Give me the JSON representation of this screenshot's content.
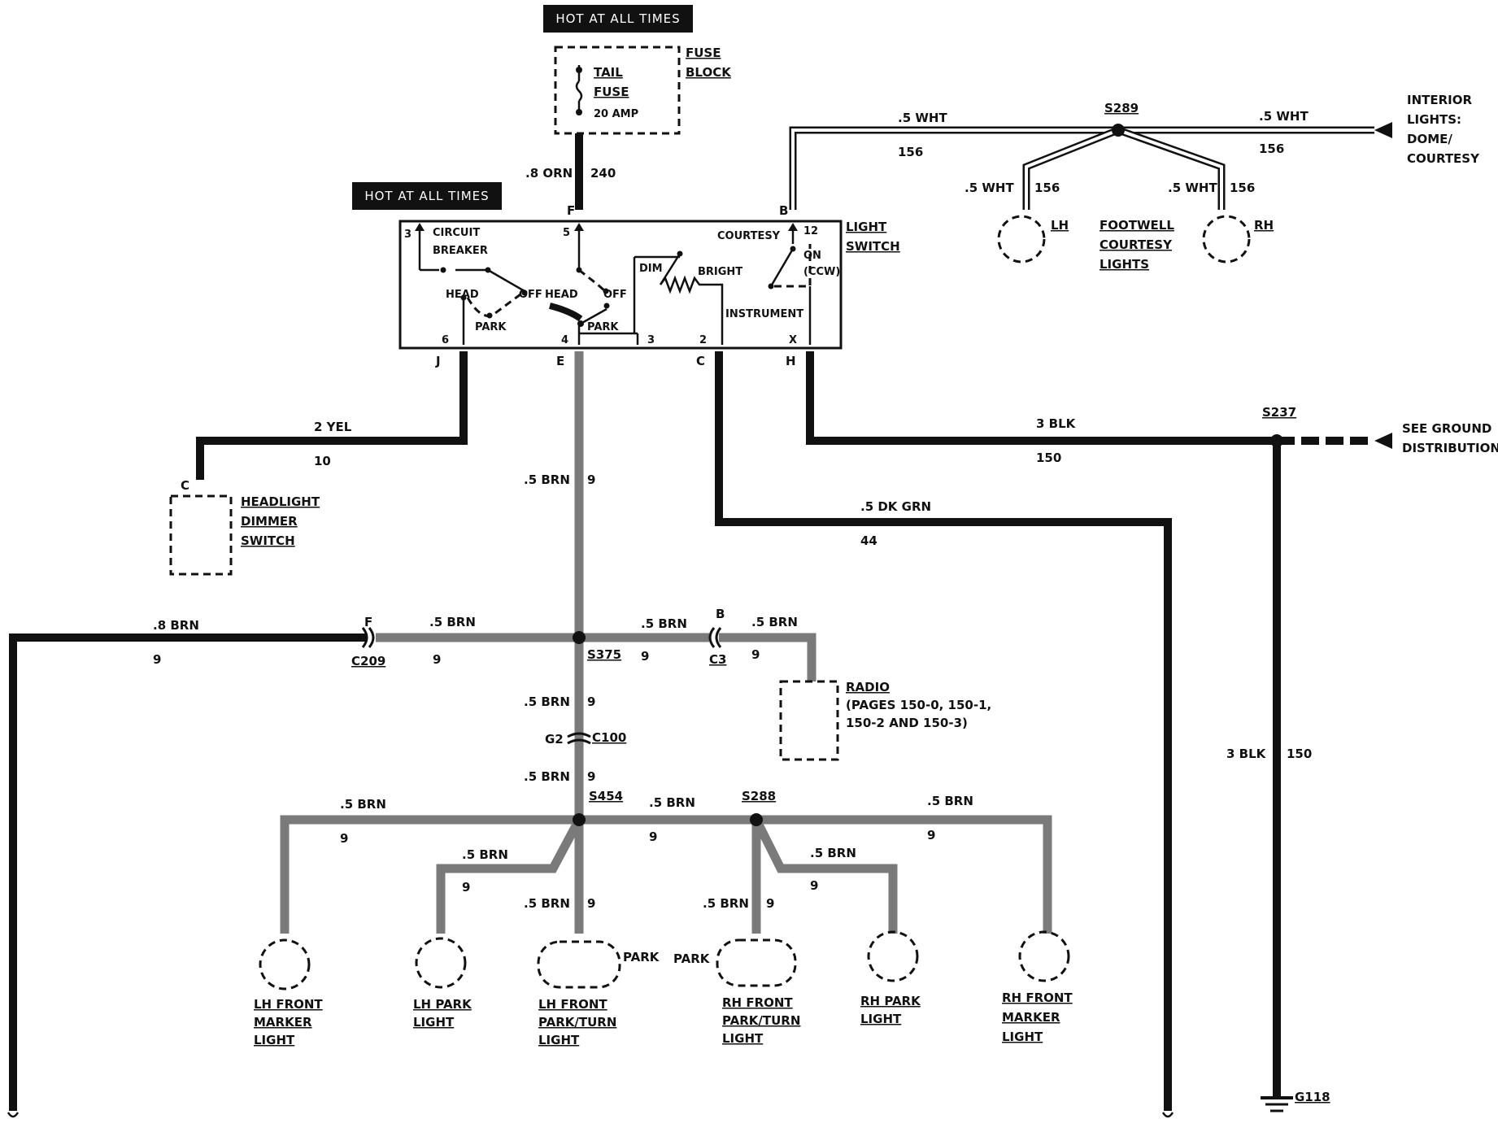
{
  "hot_labels": [
    "HOT AT ALL TIMES",
    "HOT AT ALL TIMES"
  ],
  "fuse_block": {
    "label": [
      "FUSE",
      "BLOCK"
    ],
    "fuse_name": [
      "TAIL",
      "FUSE"
    ],
    "rating": "20 AMP"
  },
  "light_switch": {
    "label": [
      "LIGHT",
      "SWITCH"
    ],
    "circuit_breaker": [
      "CIRCUIT",
      "BREAKER"
    ],
    "head_left": "HEAD",
    "off_left": "OFF",
    "park_left": "PARK",
    "head_mid": "HEAD",
    "off_mid": "OFF",
    "park_mid": "PARK",
    "dim": "DIM",
    "bright": "BRIGHT",
    "instrument": "INSTRUMENT",
    "courtesy": "COURTESY",
    "on": "ON",
    "ccw": "(CCW)",
    "pins_top": [
      "3",
      "5",
      "12"
    ],
    "pins_bottom": [
      "6",
      "4",
      "3",
      "2",
      "X"
    ],
    "conn_top": [
      "F",
      "B"
    ],
    "conn_bottom": [
      "J",
      "E",
      "C",
      "H"
    ]
  },
  "wires": {
    "fuse_out": {
      "gauge": ".8 ORN",
      "circuit": "240"
    },
    "courtesy_left": {
      "gauge": ".5 WHT",
      "circuit": "156"
    },
    "courtesy_right": {
      "gauge": ".5 WHT",
      "circuit": "156"
    },
    "footwell_lh": {
      "gauge": ".5 WHT",
      "circuit": "156"
    },
    "footwell_rh": {
      "gauge": ".5 WHT",
      "circuit": "156"
    },
    "dimmer": {
      "gauge": "2 YEL",
      "circuit": "10"
    },
    "brn_main": {
      "gauge": ".5 BRN",
      "circuit": "9"
    },
    "ground": {
      "gauge": "3 BLK",
      "circuit": "150"
    },
    "ground_vertical": {
      "gauge": "3 BLK",
      "circuit": "150"
    },
    "instrument": {
      "gauge": ".5 DK GRN",
      "circuit": "44"
    },
    "left_branch": {
      "gauge": ".8 BRN",
      "circuit": "9"
    },
    "c209_to_s375": {
      "gauge": ".5 BRN",
      "circuit": "9"
    },
    "s375_to_c3": {
      "gauge": ".5 BRN",
      "circuit": "9"
    },
    "c3_to_radio": {
      "gauge": ".5 BRN",
      "circuit": "9"
    },
    "s375_to_c100": {
      "gauge": ".5 BRN",
      "circuit": "9"
    },
    "c100_to_s454": {
      "gauge": ".5 BRN",
      "circuit": "9"
    },
    "lh_marker": {
      "gauge": ".5 BRN",
      "circuit": "9"
    },
    "lh_park": {
      "gauge": ".5 BRN",
      "circuit": "9"
    },
    "lh_front_park": {
      "gauge": ".5 BRN",
      "circuit": "9"
    },
    "s454_to_s288": {
      "gauge": ".5 BRN",
      "circuit": "9"
    },
    "rh_front_park": {
      "gauge": ".5 BRN",
      "circuit": "9"
    },
    "rh_park": {
      "gauge": ".5 BRN",
      "circuit": "9"
    },
    "rh_marker": {
      "gauge": ".5 BRN",
      "circuit": "9"
    }
  },
  "splices": {
    "s289": "S289",
    "s237": "S237",
    "s375": "S375",
    "s454": "S454",
    "s288": "S288",
    "g118": "G118"
  },
  "connectors": {
    "c209": "C209",
    "c209_pin": "F",
    "c3": "C3",
    "c3_pin": "B",
    "c100": "C100",
    "c100_pin": "G2",
    "dimmer_pin": "C"
  },
  "destinations": {
    "interior": [
      "INTERIOR",
      "LIGHTS:",
      "DOME/",
      "COURTESY"
    ],
    "ground_dist": [
      "SEE GROUND",
      "DISTRIBUTION"
    ],
    "footwell": [
      "FOOTWELL",
      "COURTESY",
      "LIGHTS"
    ],
    "footwell_lh": "LH",
    "footwell_rh": "RH",
    "dimmer_switch": [
      "HEADLIGHT",
      "DIMMER",
      "SWITCH"
    ],
    "radio": [
      "RADIO",
      "(PAGES 150-0, 150-1,",
      "150-2 AND 150-3)"
    ]
  },
  "lamps": {
    "lh_front_marker": [
      "LH FRONT",
      "MARKER",
      "LIGHT"
    ],
    "lh_park": [
      "LH PARK",
      "LIGHT"
    ],
    "lh_front_park_turn": [
      "LH FRONT",
      "PARK/TURN",
      "LIGHT"
    ],
    "lh_park_tag": "PARK",
    "rh_park_tag": "PARK",
    "rh_front_park_turn": [
      "RH FRONT",
      "PARK/TURN",
      "LIGHT"
    ],
    "rh_park": [
      "RH PARK",
      "LIGHT"
    ],
    "rh_front_marker": [
      "RH FRONT",
      "MARKER",
      "LIGHT"
    ]
  }
}
